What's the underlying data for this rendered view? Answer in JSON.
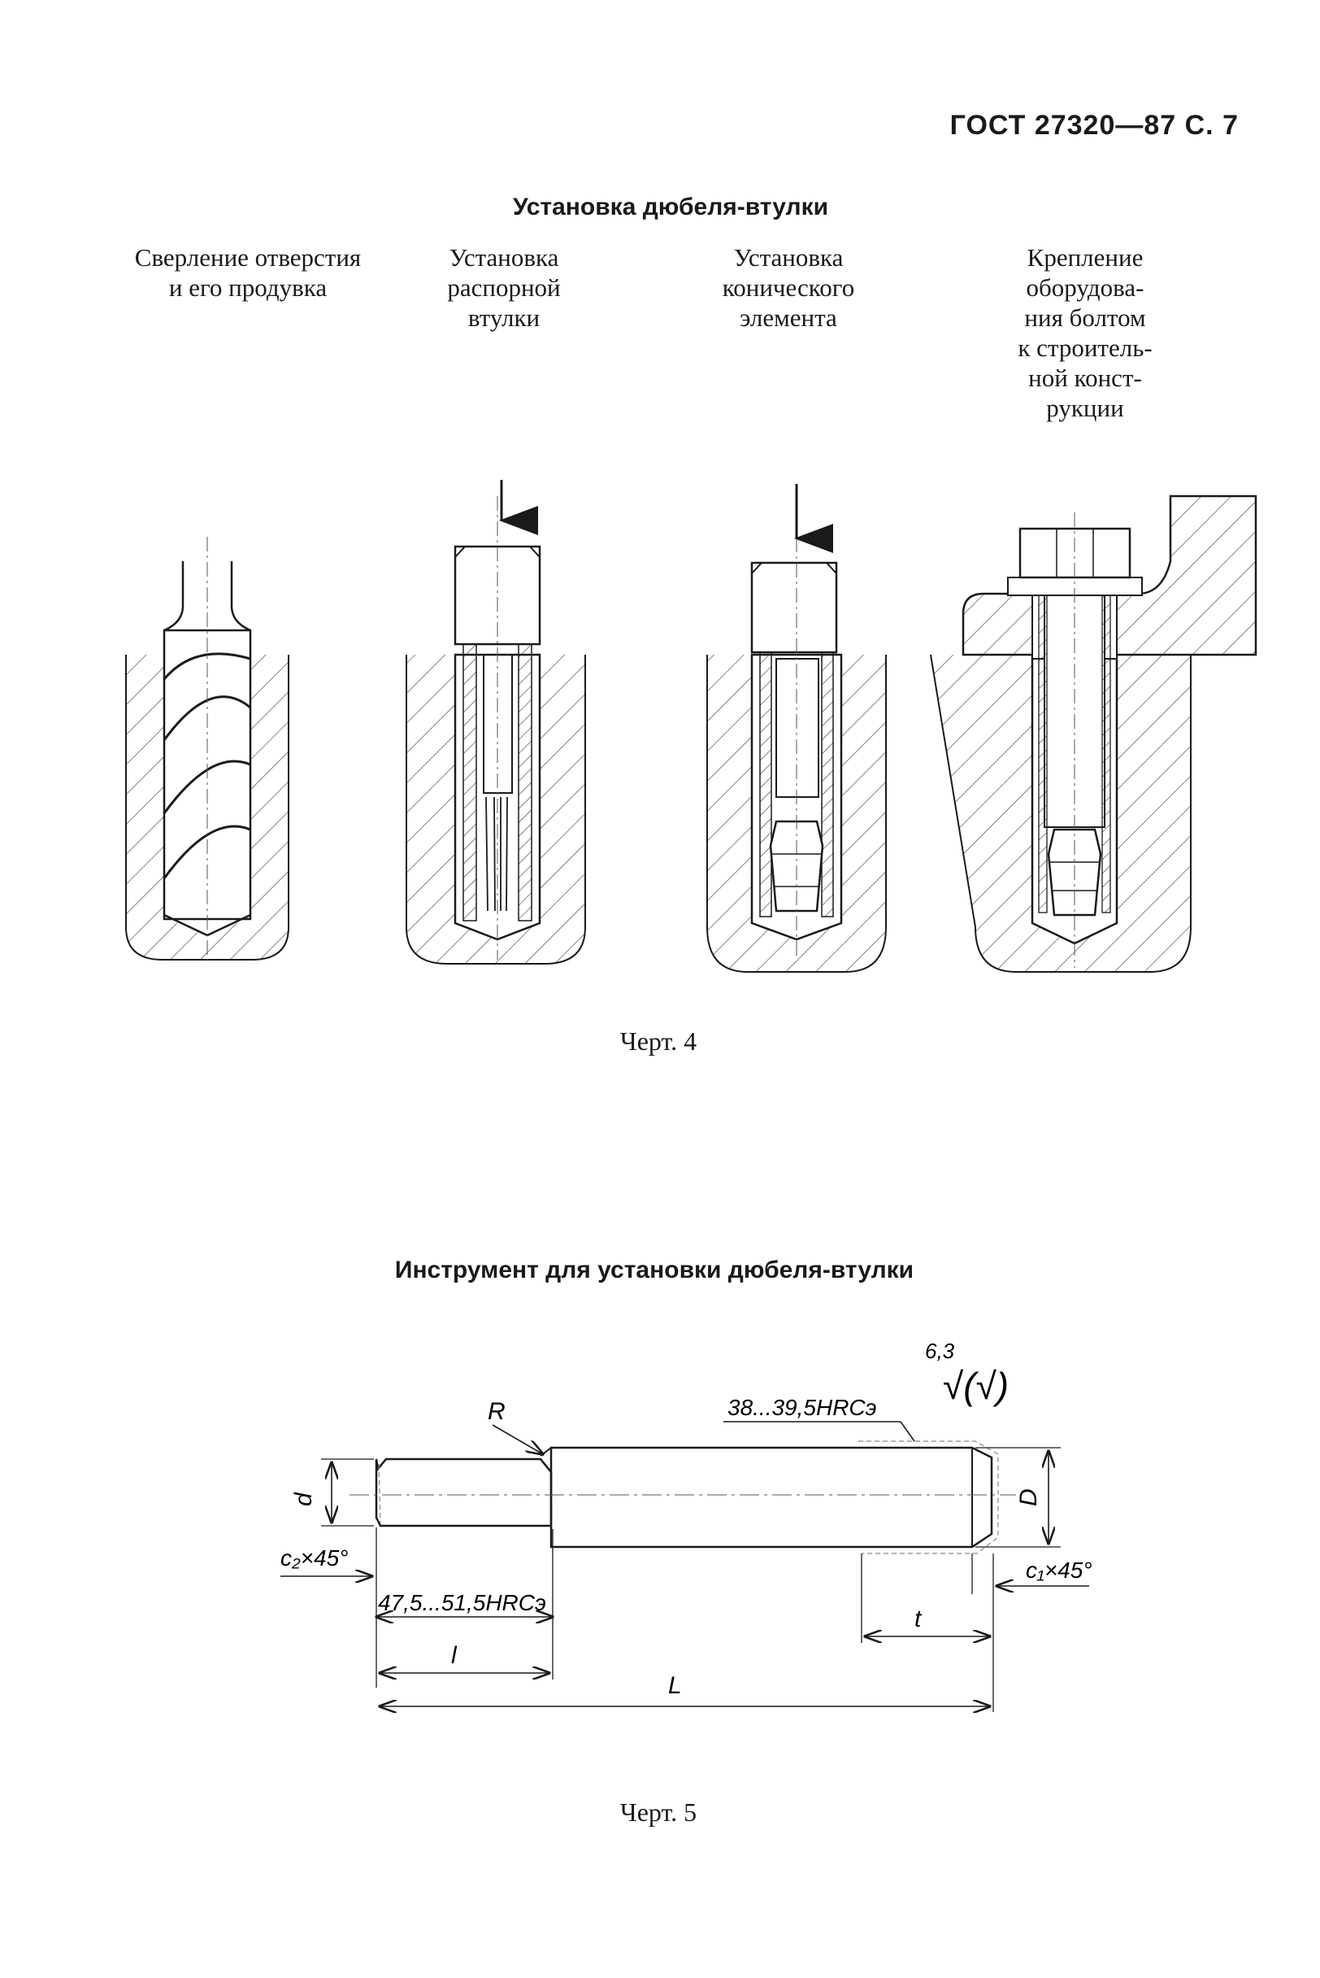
{
  "header": {
    "doc_ref": "ГОСТ 27320—87 С. 7"
  },
  "figure4": {
    "title": "Установка дюбеля-втулки",
    "steps": [
      {
        "label": "Сверление отверстия\nи его продувка"
      },
      {
        "label": "Установка\nраспорной\nвтулки"
      },
      {
        "label": "Установка\nконического\nэлемента"
      },
      {
        "label": "Крепление\nоборудова-\nния болтом\nк строитель-\nной конст-\nрукции"
      }
    ],
    "caption": "Черт. 4"
  },
  "figure5": {
    "title": "Инструмент для установки дюбеля-втулки",
    "roughness_value": "6,3",
    "roughness_symbol": "√(√)",
    "hardness_shank": "38...39,5HRCэ",
    "hardness_tip": "47,5...51,5HRCэ",
    "dim_R": "R",
    "dim_d": "d",
    "dim_D": "D",
    "dim_c2": "c₂×45°",
    "dim_c1": "c₁×45°",
    "dim_l": "l",
    "dim_t": "t",
    "dim_L": "L",
    "caption": "Черт. 5"
  }
}
